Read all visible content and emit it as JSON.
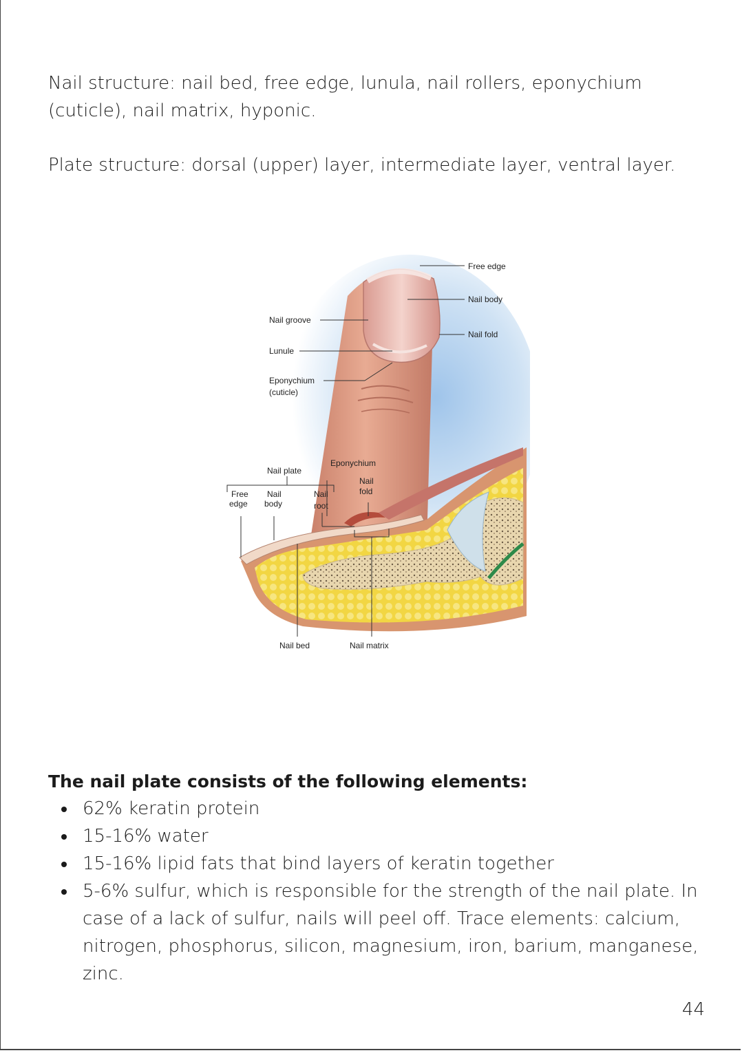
{
  "paragraphs": {
    "nail_structure": "Nail structure: nail bed, free edge, lunula, nail rollers, eponychium (cuticle), nail matrix, hyponic.",
    "plate_structure": "Plate structure: dorsal (upper) layer, intermediate layer, ventral layer."
  },
  "figure": {
    "labels": {
      "free_edge_top": "Free edge",
      "nail_body_top": "Nail body",
      "nail_fold_top": "Nail fold",
      "nail_groove": "Nail groove",
      "lunule": "Lunule",
      "eponychium_top": "Eponychium",
      "cuticle": "(cuticle)",
      "nail_plate": "Nail plate",
      "eponychium_section": "Eponychium",
      "nail_fold_section_1": "Nail",
      "nail_fold_section_2": "fold",
      "free_edge_section_1": "Free",
      "free_edge_section_2": "edge",
      "nail_body_section_1": "Nail",
      "nail_body_section_2": "body",
      "nail_root_1": "Nail",
      "nail_root_2": "root",
      "nail_bed": "Nail bed",
      "nail_matrix": "Nail matrix"
    }
  },
  "composition": {
    "heading": "The nail plate consists of the following elements:",
    "items": [
      "62% keratin protein",
      "15-16% water",
      "15-16% lipid fats that bind layers of keratin together",
      "5-6% sulfur, which is responsible for the strength of the nail plate. In case of a lack of sulfur, nails will peel off. Trace elements: calcium, nitrogen, phosphorus, silicon, magnesium, iron, barium, manganese, zinc."
    ]
  },
  "page_number": "44",
  "colors": {
    "skin": "#e2a48a",
    "nail": "#e9b7ad",
    "background_blue": "#b9d6ee",
    "fat_yellow": "#f0d44a",
    "bone": "#e6d2a8"
  }
}
